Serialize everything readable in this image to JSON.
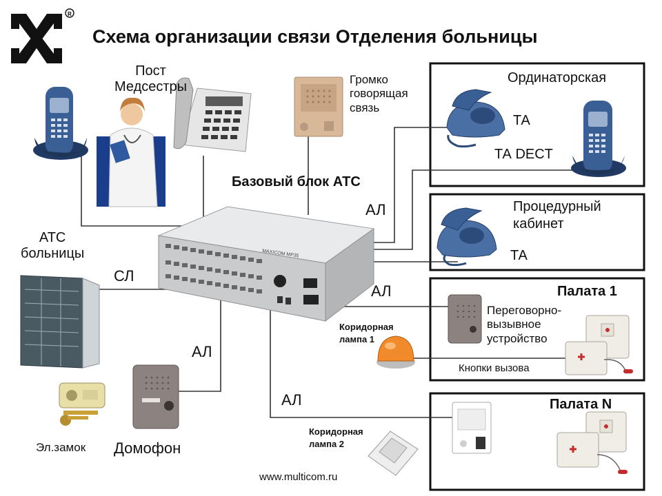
{
  "title": "Схема организации связи Отделения больницы",
  "footer": "www.multicom.ru",
  "labels": {
    "nurse_post": "Пост\nМедсестры",
    "loudspeaker": "Громко\nговорящая\nсвязь",
    "base_unit": "Базовый блок АТС",
    "hospital_pbx": "АТС\nбольницы",
    "sl": "СЛ",
    "al_top": "АЛ",
    "al_mid": "АЛ",
    "al_left": "АЛ",
    "al_bottom": "АЛ",
    "intercom": "Домофон",
    "lock": "Эл.замок",
    "corridor_lamp_1": "Коридорная\nлампа 1",
    "corridor_lamp_2": "Коридорная\nлампа 2"
  },
  "rooms": {
    "ordinatorskaya": {
      "name": "Ординаторская",
      "ta": "ТА",
      "ta_dect": "ТА DECT"
    },
    "procedurny": {
      "name": "Процедурный\nкабинет",
      "ta": "ТА"
    },
    "palata1": {
      "name": "Палата 1",
      "device": "Переговорно-\nвызывное\nустройство",
      "buttons": "Кнопки вызова"
    },
    "palataN": {
      "name": "Палата N"
    }
  },
  "device_markings": {
    "pbx_model": "MAXICOM MP35"
  },
  "colors": {
    "line": "#222222",
    "phone_blue": "#3a5f95",
    "phone_dark": "#1f3558",
    "pbx_gray": "#cfd1d3",
    "box_border": "#111111"
  }
}
